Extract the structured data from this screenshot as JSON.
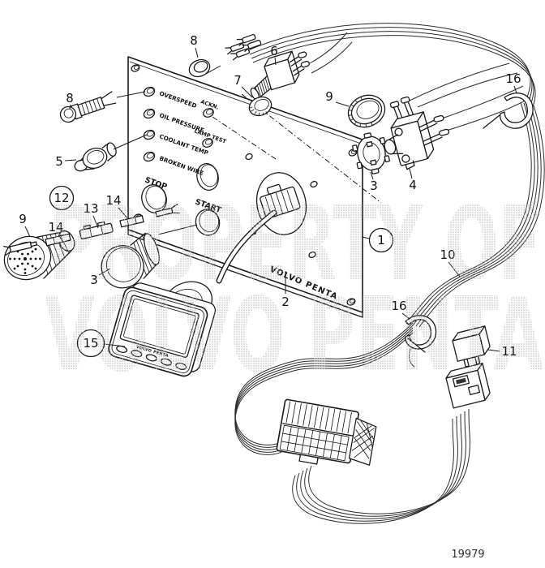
{
  "diagram": {
    "part_number": "19979",
    "watermark": {
      "line1": "PROPERTY OF",
      "line2": "VOLVO PENTA"
    },
    "panel": {
      "brand": "VOLVO PENTA",
      "indicator_labels": [
        "OVERSPEED",
        "OIL PRESSURE",
        "COOLANT TEMP",
        "BROKEN WIRE"
      ],
      "stop_label": "STOP",
      "start_label": "START",
      "ackn_label": "ACKN.",
      "lamp_test_label": "LAMP TEST"
    },
    "display": {
      "brand": "VOLVO PENTA"
    },
    "callouts": {
      "c1": "1",
      "c2": "2",
      "c3_left": "3",
      "c3_right": "3",
      "c4": "4",
      "c5": "5",
      "c6": "6",
      "c7": "7",
      "c8_left": "8",
      "c8_top": "8",
      "c9_left": "9",
      "c9_right": "9",
      "c10": "10",
      "c11": "11",
      "c12": "12",
      "c13": "13",
      "c14_a": "14",
      "c14_b": "14",
      "c15": "15",
      "c16_top": "16",
      "c16_mid": "16"
    }
  }
}
